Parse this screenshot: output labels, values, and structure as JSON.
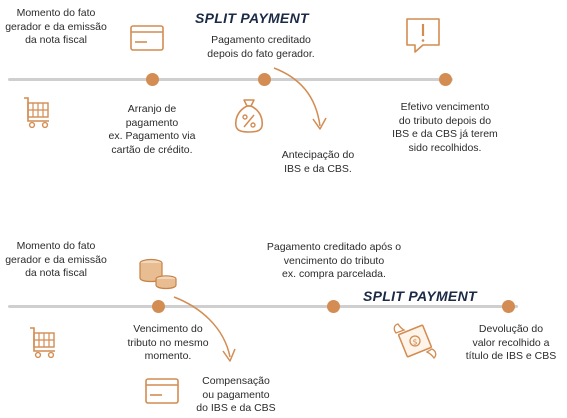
{
  "colors": {
    "accent": "#d38c52",
    "line": "#cfcfcf",
    "title": "#1b2a45",
    "text": "#2b2b2b"
  },
  "top": {
    "brand": "SPLIT PAYMENT",
    "fato": [
      "Momento do fato",
      "gerador e da emissão",
      "da nota fiscal"
    ],
    "arranjo": [
      "Arranjo de",
      "pagamento",
      "ex.  Pagamento via",
      "cartão de crédito."
    ],
    "pagamento": [
      "Pagamento creditado",
      "depois do fato gerador."
    ],
    "antecipacao": [
      "Antecipação do",
      "IBS e da CBS."
    ],
    "efetivo": [
      "Efetivo vencimento",
      "do tributo depois do",
      "IBS e da CBS já terem",
      "sido recolhidos."
    ],
    "icons": [
      "credit-card-icon",
      "alert-message-icon",
      "shopping-cart-icon",
      "money-bag-percent-icon"
    ]
  },
  "bottom": {
    "brand": "SPLIT PAYMENT",
    "fato": [
      "Momento do fato",
      "gerador e da emissão",
      "da nota fiscal"
    ],
    "vencimento": [
      "Vencimento do",
      "tributo no mesmo",
      "momento."
    ],
    "pagamento": [
      "Pagamento creditado após o",
      "vencimento do tributo",
      "ex. compra parcelada."
    ],
    "compensacao": [
      "Compensação",
      "ou pagamento",
      "do IBS e da CBS"
    ],
    "devolucao": [
      "Devolução do",
      "valor recolhido a",
      "título de IBS e CBS"
    ],
    "icons": [
      "coin-stack-icon",
      "shopping-cart-icon",
      "flying-money-icon",
      "credit-card-icon"
    ]
  }
}
